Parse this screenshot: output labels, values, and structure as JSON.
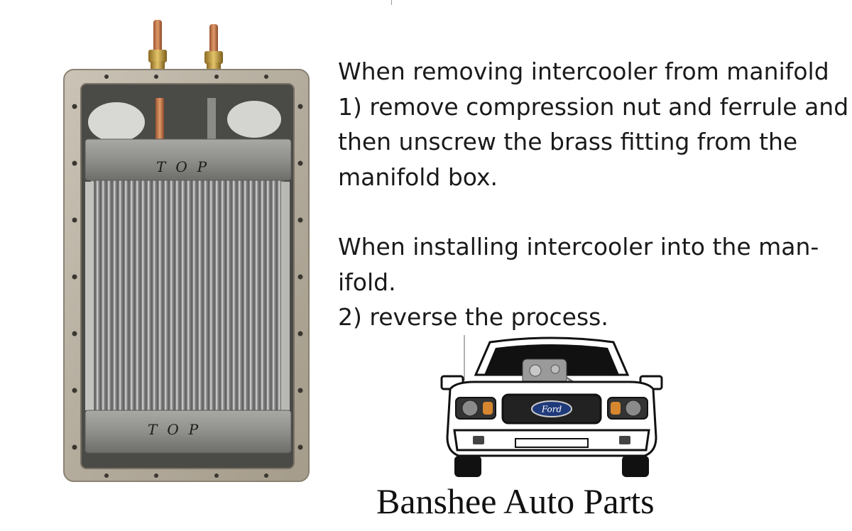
{
  "instructions": {
    "removal_heading": "When removing intercooler from manifold",
    "removal_step_line1": "1) remove compression nut and ferrule and",
    "removal_step_line2": "then unscrew the brass fitting from the",
    "removal_step_line3": "manifold box.",
    "install_heading_line1": "When installing intercooler into the man-",
    "install_heading_line2": "ifold.",
    "install_step": "2) reverse the process."
  },
  "photo": {
    "top_label_upper": "TOP",
    "top_label_lower": "TOP"
  },
  "truck": {
    "emblem_text": "Ford"
  },
  "brand": {
    "name": "Banshee Auto Parts"
  },
  "colors": {
    "frame": "#b9b1a2",
    "fins": "#8e8e8e",
    "copper": "#c77b4a",
    "brass": "#c9a24a",
    "truck_outline": "#111111",
    "emblem_blue": "#1f3a7a",
    "headlight_amber": "#d6862e"
  }
}
